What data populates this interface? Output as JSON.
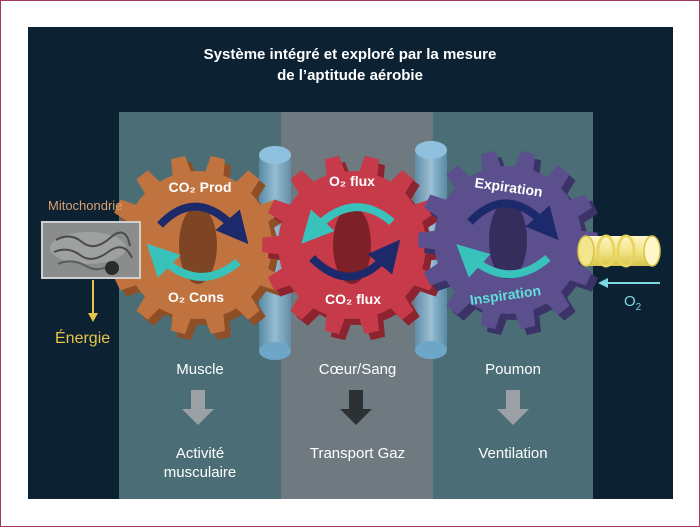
{
  "title": {
    "line1": "Système intégré et exploré par la mesure",
    "line2": "de l’aptitude aérobie"
  },
  "colors": {
    "panel": "#0c2233",
    "muscle_gear": "#c0733e",
    "heart_gear": "#c63a49",
    "lung_gear": "#5b4f8e",
    "arrow_navy": "#1c2a6b",
    "arrow_teal": "#39c2bb",
    "energy": "#e8c54a",
    "oxygen": "#7fd6df"
  },
  "gears": {
    "muscle": {
      "top": "CO₂ Prod",
      "bottom": "O₂ Cons"
    },
    "heart": {
      "top": "O₂ flux",
      "bottom": "CO₂ flux"
    },
    "lung": {
      "top": "Expiration",
      "bottom": "Inspiration"
    }
  },
  "side": {
    "mitochondrie": "Mitochondrie",
    "energie": "Énergie",
    "o2": "O",
    "o2_sub": "2"
  },
  "columns": [
    {
      "organ": "Muscle",
      "outcome1": "Activité",
      "outcome2": "musculaire"
    },
    {
      "organ": "Cœur/Sang",
      "outcome1": "Transport Gaz",
      "outcome2": ""
    },
    {
      "organ": "Poumon",
      "outcome1": "Ventilation",
      "outcome2": ""
    }
  ],
  "icons": [
    "gear-icon",
    "rotation-arrow-icon",
    "down-arrow-icon",
    "mitochondria-image",
    "air-coil-icon"
  ]
}
